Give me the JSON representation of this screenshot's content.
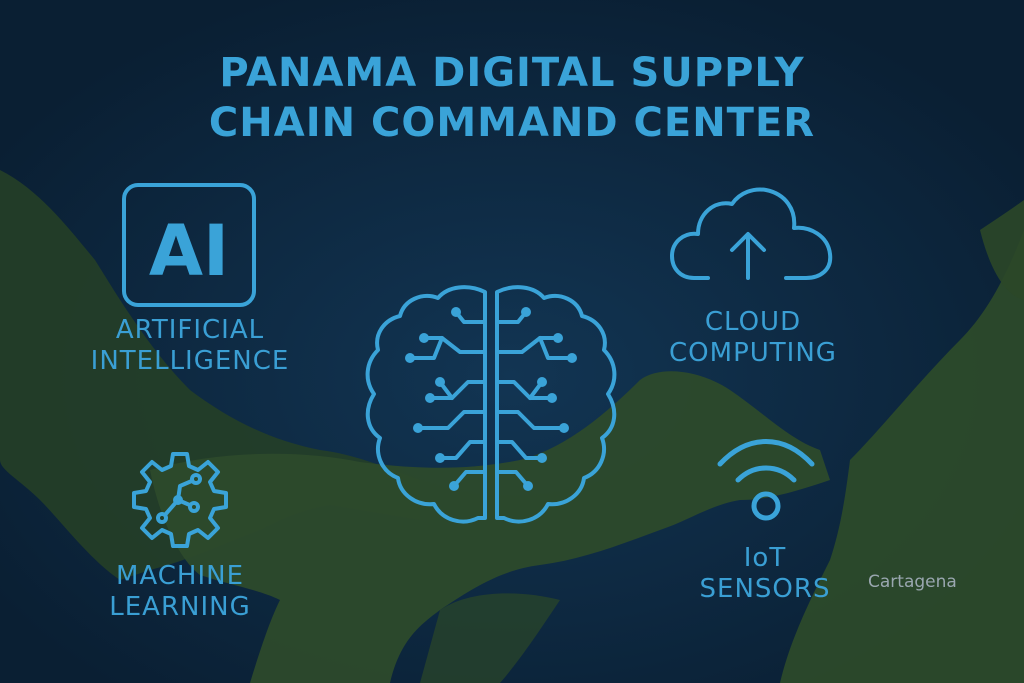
{
  "title": {
    "line1": "PANAMA DIGITAL SUPPLY",
    "line2": "CHAIN COMMAND CENTER"
  },
  "features": {
    "ai": {
      "icon": "ai-chip-icon",
      "badge_text": "AI",
      "line1": "ARTIFICIAL",
      "line2": "INTELLIGENCE"
    },
    "ml": {
      "icon": "gear-circuit-icon",
      "line1": "MACHINE",
      "line2": "LEARNING"
    },
    "cloud": {
      "icon": "cloud-upload-icon",
      "line1": "CLOUD",
      "line2": "COMPUTING"
    },
    "iot": {
      "icon": "wifi-sensor-icon",
      "line1": "IoT",
      "line2": "SENSORS"
    },
    "brain": {
      "icon": "brain-circuit-icon"
    }
  },
  "map": {
    "city_label": "Cartagena"
  },
  "colors": {
    "accent": "#3aa3d8",
    "ocean": "#0b2238",
    "land": "#2b4a2a"
  }
}
